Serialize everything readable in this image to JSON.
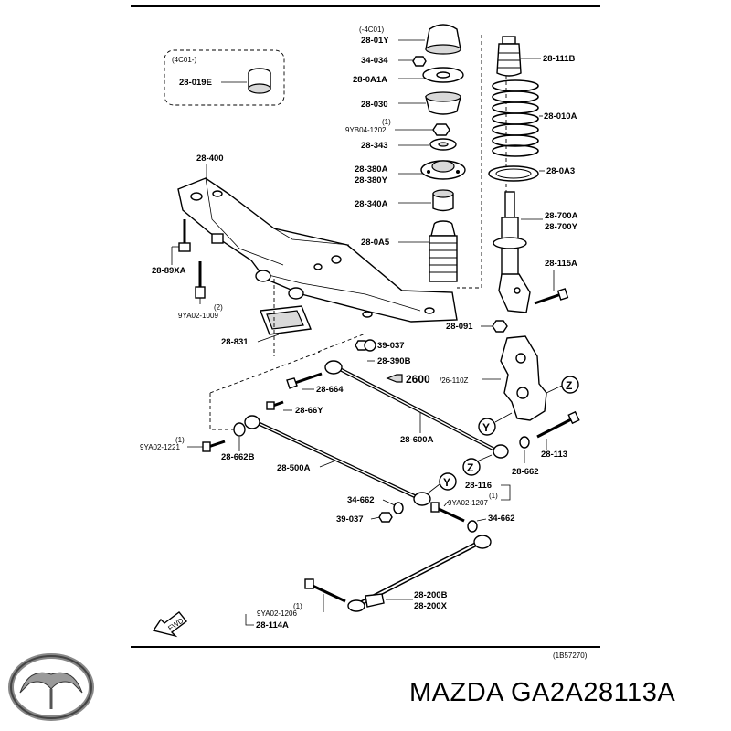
{
  "labels": {
    "top_group": "(-4C01)",
    "p28_01Y": "28-01Y",
    "p34_034": "34-034",
    "p28_0A1A": "28-0A1A",
    "p28_030": "28-030",
    "bolt_top_qty": "(1)",
    "bolt_top": "9YB04-1202",
    "p28_343": "28-343",
    "p28_380A": "28-380A",
    "p28_380Y": "28-380Y",
    "p28_340A": "28-340A",
    "p28_0A5": "28-0A5",
    "p28_111B": "28-111B",
    "p28_010A": "28-010A",
    "p28_0A3": "28-0A3",
    "p28_700A": "28-700A",
    "p28_700Y": "28-700Y",
    "p28_115A": "28-115A",
    "p28_091": "28-091",
    "inset_group": "(4C01-)",
    "p28_019E": "28-019E",
    "p28_400": "28-400",
    "p28_89XA": "28-89XA",
    "bolt_1009_qty": "(2)",
    "bolt_1009": "9YA02-1009",
    "p28_831": "28-831",
    "p39_037_top": "39-037",
    "p28_390B": "28-390B",
    "ref_2600": "2600",
    "ref_2600_sub": "/26-110Z",
    "p28_664": "28-664",
    "p28_66Y": "28-66Y",
    "bolt_1221_qty": "(1)",
    "bolt_1221": "9YA02-1221",
    "p28_662B": "28-662B",
    "p28_600A": "28-600A",
    "p28_113": "28-113",
    "p28_662": "28-662",
    "p28_500A": "28-500A",
    "p28_116": "28-116",
    "bolt_1207_qty": "(1)",
    "bolt_1207": "9YA02-1207",
    "p34_662_left": "34-662",
    "p39_037_bottom": "39-037",
    "p34_662_right": "34-662",
    "p28_200B": "28-200B",
    "p28_200X": "28-200X",
    "bolt_1206_qty": "(1)",
    "bolt_1206": "9YA02-1206",
    "p28_114A": "28-114A",
    "fwd": "FWD",
    "callout_Z": "Z",
    "callout_Y": "Y",
    "diagram_ref": "(1B57270)"
  },
  "footer": {
    "brand_part": "MAZDA GA2A28113A"
  }
}
